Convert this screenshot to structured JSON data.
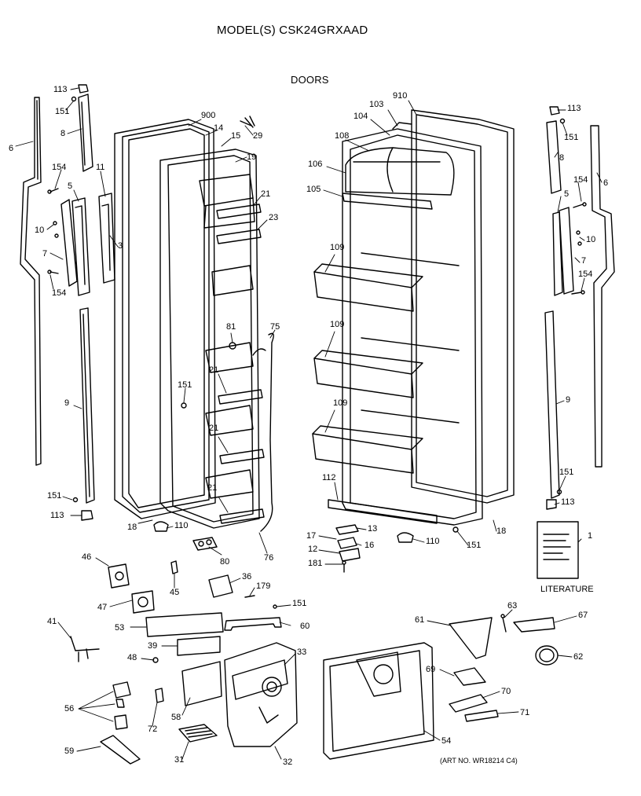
{
  "header": {
    "model": "MODEL(S) CSK24GRXAAD",
    "section": "DOORS"
  },
  "literature": {
    "label": "LITERATURE",
    "part": "1"
  },
  "art_no": "(ART NO. WR18214 C4)",
  "callouts": {
    "p113_tl": "113",
    "p151_tl": "151",
    "p6_l": "6",
    "p8_l": "8",
    "p154_l": "154",
    "p11": "11",
    "p5_l": "5",
    "p10_l": "10",
    "p3": "3",
    "p7_l": "7",
    "p154_l2": "154",
    "p9_l": "9",
    "p151_bl": "151",
    "p113_bl": "113",
    "p900": "900",
    "p14": "14",
    "p29": "29",
    "p15": "15",
    "p19": "19",
    "p21_a": "21",
    "p23": "23",
    "p81": "81",
    "p75": "75",
    "p151_m": "151",
    "p21_b": "21",
    "p21_c": "21",
    "p21_d": "21",
    "p18_l": "18",
    "p110_l": "110",
    "p80": "80",
    "p76": "76",
    "p910": "910",
    "p103": "103",
    "p104": "104",
    "p108": "108",
    "p106": "106",
    "p105": "105",
    "p109_a": "109",
    "p109_b": "109",
    "p109_c": "109",
    "p112": "112",
    "p13": "13",
    "p17": "17",
    "p16": "16",
    "p12": "12",
    "p181": "181",
    "p110_r": "110",
    "p151_r": "151",
    "p18_r": "18",
    "p113_tr": "113",
    "p151_tr": "151",
    "p8_r": "8",
    "p6_r": "6",
    "p154_r": "154",
    "p5_r": "5",
    "p10_r": "10",
    "p7_r": "7",
    "p154_r2": "154",
    "p9_r": "9",
    "p151_br": "151",
    "p113_br": "113",
    "p46": "46",
    "p45": "45",
    "p36": "36",
    "p179": "179",
    "p151_d": "151",
    "p47": "47",
    "p41": "41",
    "p53": "53",
    "p60": "60",
    "p39": "39",
    "p48": "48",
    "p33": "33",
    "p56": "56",
    "p58": "58",
    "p72": "72",
    "p59": "59",
    "p31": "31",
    "p32": "32",
    "p54": "54",
    "p61": "61",
    "p63": "63",
    "p67": "67",
    "p62": "62",
    "p69": "69",
    "p70": "70",
    "p71": "71"
  }
}
